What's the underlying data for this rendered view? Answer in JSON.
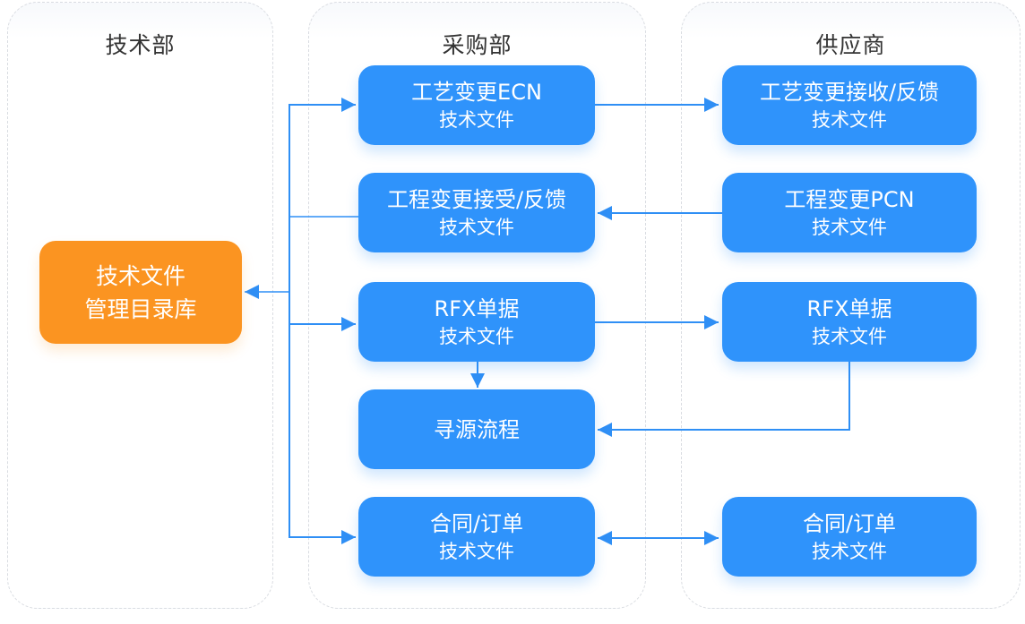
{
  "colors": {
    "node_blue": "#2f93fb",
    "node_orange": "#fb9421",
    "edge": "#2f8ff5",
    "lane_border": "#d9dce1",
    "title_text": "#333333"
  },
  "lanes": [
    {
      "id": "tech",
      "title": "技术部"
    },
    {
      "id": "purchase",
      "title": "采购部"
    },
    {
      "id": "supplier",
      "title": "供应商"
    }
  ],
  "nodes": {
    "tech_repo": {
      "line1": "技术文件",
      "line2": "管理目录库"
    },
    "ecn": {
      "line1": "工艺变更ECN",
      "line2": "技术文件"
    },
    "ecn_ack": {
      "line1": "工艺变更接收/反馈",
      "line2": "技术文件"
    },
    "pcn_ack": {
      "line1": "工程变更接受/反馈",
      "line2": "技术文件"
    },
    "pcn": {
      "line1": "工程变更PCN",
      "line2": "技术文件"
    },
    "rfx_purchase": {
      "line1": "RFX单据",
      "line2": "技术文件"
    },
    "rfx_supplier": {
      "line1": "RFX单据",
      "line2": "技术文件"
    },
    "sourcing": {
      "line1": "寻源流程"
    },
    "contract_purchase": {
      "line1": "合同/订单",
      "line2": "技术文件"
    },
    "contract_supplier": {
      "line1": "合同/订单",
      "line2": "技术文件"
    }
  },
  "edges": [
    {
      "from": "spine",
      "to": "ecn",
      "type": "arrow"
    },
    {
      "from": "ecn",
      "to": "ecn_ack",
      "type": "arrow"
    },
    {
      "from": "pcn",
      "to": "pcn_ack",
      "type": "arrow"
    },
    {
      "from": "pcn_ack",
      "to": "spine",
      "type": "line"
    },
    {
      "from": "spine",
      "to": "tech_repo",
      "type": "arrow"
    },
    {
      "from": "spine",
      "to": "rfx_purchase",
      "type": "arrow"
    },
    {
      "from": "rfx_purchase",
      "to": "rfx_supplier",
      "type": "arrow"
    },
    {
      "from": "rfx_purchase",
      "to": "sourcing",
      "type": "arrow"
    },
    {
      "from": "rfx_supplier",
      "to": "sourcing",
      "type": "arrow"
    },
    {
      "from": "spine",
      "to": "contract_purchase",
      "type": "arrow"
    },
    {
      "from": "contract_purchase",
      "to": "contract_supplier",
      "type": "bidirectional"
    }
  ]
}
